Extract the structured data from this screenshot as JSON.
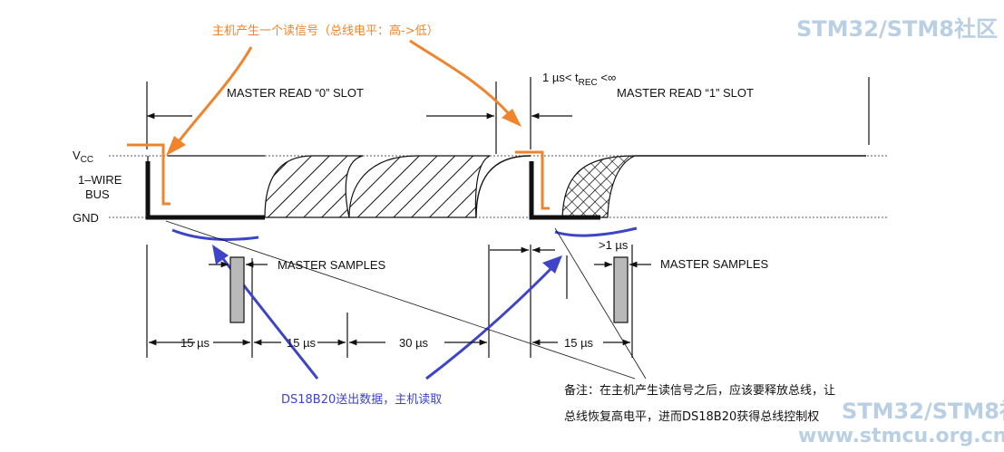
{
  "slots": {
    "read0_title": "MASTER READ “0” SLOT",
    "read1_title": "MASTER READ “1” SLOT",
    "trec_prefix": "1 µs< t",
    "trec_sub": "REC",
    "trec_suffix": " <∞"
  },
  "signals": {
    "vcc": "V",
    "vcc_sub": "CC",
    "wire": "1–WIRE",
    "bus": "BUS",
    "gnd": "GND"
  },
  "samples": {
    "label_left": "MASTER SAMPLES",
    "label_right": "MASTER SAMPLES"
  },
  "timing": {
    "t1": "15 µs",
    "t2": "15 µs",
    "t3": "30 µs",
    "t4": "15 µs",
    "t5": ">1 µs"
  },
  "annotations": {
    "orange_note": "主机产生一个读信号（总线电平：高->低）",
    "blue_note": "DS18B20送出数据，主机读取",
    "remark_line1": "备注：在主机产生读信号之后，应该要释放总线，让",
    "remark_line2": "总线恢复高电平，进而DS18B20获得总线控制权"
  },
  "watermark": {
    "line1": "STM32/STM8社区",
    "line2": "www.stmcu.org.cn"
  },
  "colors": {
    "orange": "#f0842c",
    "blue": "#3e44c8",
    "sample_box": "#b9b9b9",
    "watermark": "#b9cfe3"
  }
}
